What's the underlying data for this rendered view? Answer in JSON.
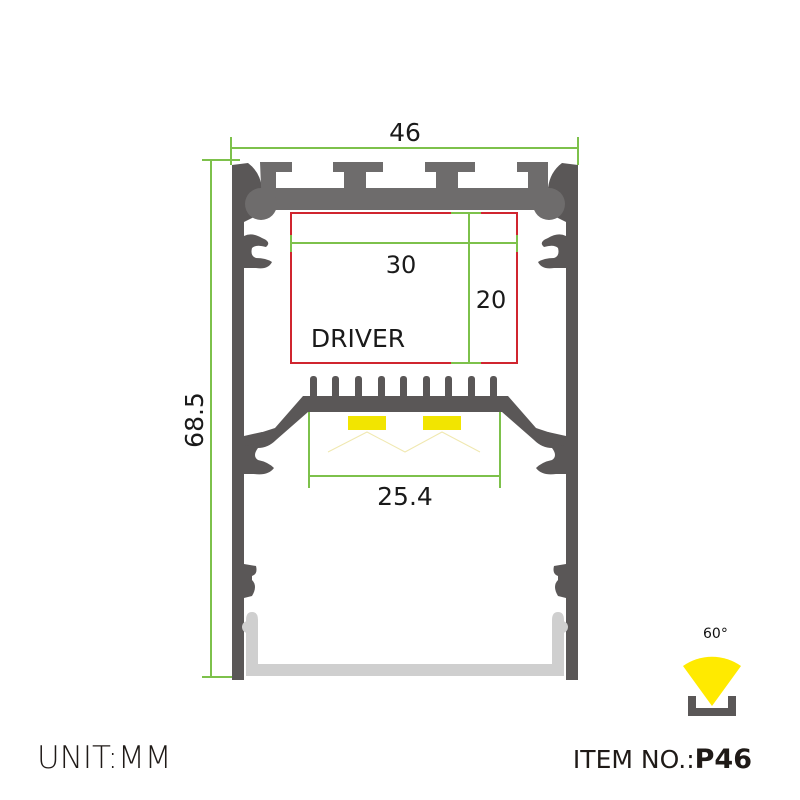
{
  "drawing": {
    "title": "Aluminium LED profile cross-section",
    "dimensions": {
      "overall_width": "46",
      "overall_height": "68.5",
      "driver_width": "30",
      "driver_height": "20",
      "led_strip_width": "25.4"
    },
    "driver_label": "DRIVER",
    "colors": {
      "profile": "#5a5757",
      "profile_inner": "#6e6c6c",
      "diffuser": "#cfcfcf",
      "dimension_line": "#7dc14b",
      "driver_box": "#d0252f",
      "led": "#f2e500",
      "beam": "#ffea00"
    }
  },
  "beam_icon": {
    "angle_label": "60°"
  },
  "footer": {
    "unit_label": "UNIT:MM",
    "item_prefix": "ITEM NO.:",
    "item_number": "P46"
  }
}
